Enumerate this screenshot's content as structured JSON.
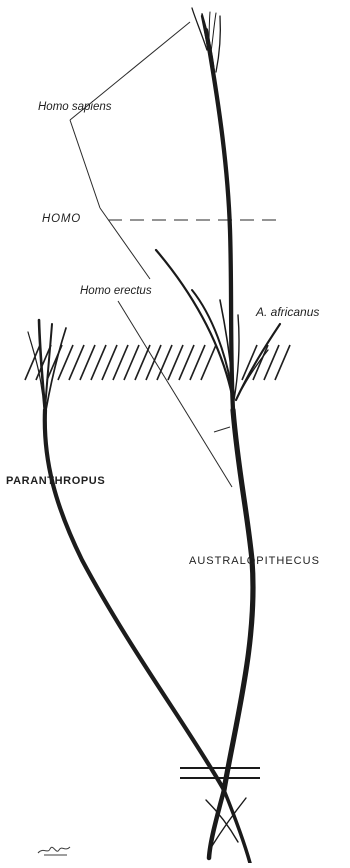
{
  "diagram": {
    "labels": {
      "homo_sapiens": "Homo sapiens",
      "homo": "HOMO",
      "homo_erectus": "Homo erectus",
      "a_africanus": "A. africanus",
      "paranthropus": "PARANTHROPUS",
      "australopithecus": "AUSTRALOPITHECUS"
    },
    "icons": {
      "signature": "signature-icon"
    },
    "colors": {
      "ink": "#1f1f1f",
      "background": "#ffffff"
    }
  }
}
